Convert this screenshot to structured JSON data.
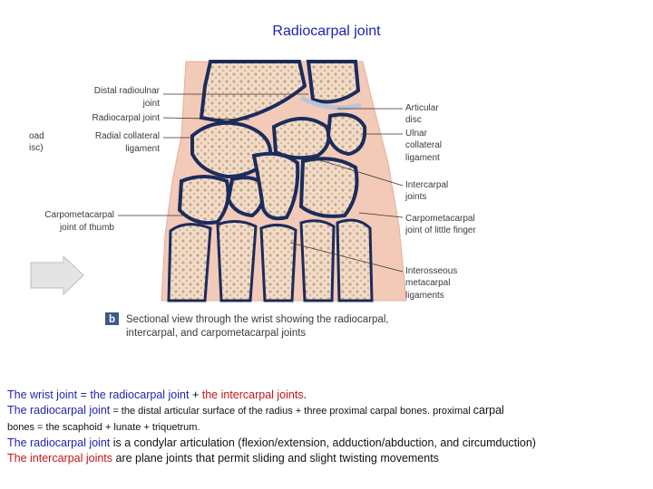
{
  "title": "Radiocarpal joint",
  "figure": {
    "labels_left": [
      "Distal radioulnar",
      "joint",
      "Radiocarpal joint",
      "Radial collateral",
      "ligament",
      "Carpometacarpal",
      "joint of thumb"
    ],
    "labels_left_cut": [
      "oad",
      "isc)"
    ],
    "labels_right": [
      "Articular",
      "disc",
      "Ulnar",
      "collateral",
      "ligament",
      "Intercarpal",
      "joints",
      "Carpometacarpal",
      "joint of little finger",
      "Interosseous",
      "metacarpal",
      "ligaments"
    ],
    "panel_letter": "b",
    "caption": [
      "Sectional view through the wrist showing the radiocarpal,",
      "intercarpal, and carpometacarpal joints"
    ]
  },
  "text": {
    "l1": {
      "a": "The wrist joint",
      "b": " = the radiocarpal joint ",
      "c": "+",
      "d": " the intercarpal joints",
      "e": "."
    },
    "l2": {
      "a": " The radiocarpal joint",
      "b": " = the distal articular surface of the radius + three proximal carpal bones. proximal ",
      "c": "carpal"
    },
    "l3": {
      "a": "bones = the scaphoid + lunate + triquetrum."
    },
    "l4": {
      "a": "The radiocarpal joint",
      "b": " is a condylar articulation (flexion/extension, adduction/abduction, and circumduction)"
    },
    "l5": {
      "a": "The intercarpal joints",
      "b": " are plane joints that permit sliding and slight twisting movements"
    }
  }
}
